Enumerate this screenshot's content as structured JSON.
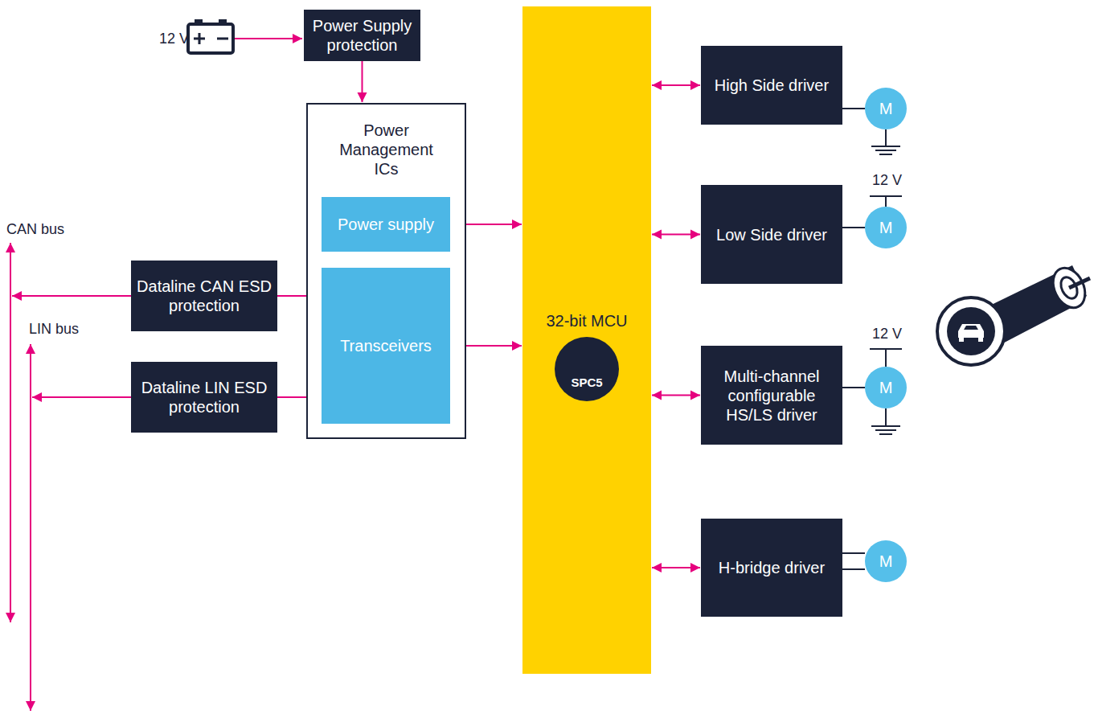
{
  "diagram": {
    "nodes": [
      {
        "text": [
          "Power Supply protection"
        ]
      },
      {
        "text": [
          "Power Management ICs"
        ]
      },
      {
        "text": [
          "Power supply"
        ],
        "in": 1
      },
      {
        "text": [
          "Transceivers"
        ],
        "in": 1
      },
      {
        "text": [
          "Dataline CAN ESD protection"
        ]
      },
      {
        "text": [
          "Dataline LIN ESD protection"
        ]
      },
      {
        "text": [
          "32-bit MCU",
          "SPC5"
        ]
      },
      {
        "text": [
          "High Side driver"
        ]
      },
      {
        "text": [
          "Low Side driver"
        ]
      },
      {
        "text": [
          "Multi-channel configurable HS/LS driver"
        ]
      },
      {
        "text": [
          "H-bridge driver"
        ]
      },
      {
        "text": [
          "M"
        ]
      },
      {
        "text": [
          "M"
        ]
      },
      {
        "text": [
          "M"
        ]
      },
      {
        "text": [
          "M"
        ]
      }
    ],
    "edges": [
      {
        "from": 0,
        "to": 1,
        "arrow": "to"
      },
      {
        "from": 2,
        "to": 6,
        "arrow": "to"
      },
      {
        "from": 4,
        "to": 3,
        "arrow": "to"
      },
      {
        "from": 5,
        "to": 3,
        "arrow": "to"
      },
      {
        "from": 3,
        "to": 6,
        "arrow": "both"
      },
      {
        "from": 6,
        "to": 7,
        "arrow": "both"
      },
      {
        "from": 6,
        "to": 8,
        "arrow": "both"
      },
      {
        "from": 6,
        "to": 9,
        "arrow": "both"
      },
      {
        "from": 6,
        "to": 10,
        "arrow": "both"
      },
      {
        "from": 7,
        "to": 11,
        "arrow": "none"
      },
      {
        "from": 8,
        "to": 12,
        "arrow": "none"
      },
      {
        "from": 9,
        "to": 13,
        "arrow": "none"
      },
      {
        "from": 10,
        "to": 14,
        "arrow": "none"
      }
    ],
    "labels": [
      "12 V",
      "CAN bus",
      "12 V",
      "LIN bus",
      "12 V"
    ]
  }
}
